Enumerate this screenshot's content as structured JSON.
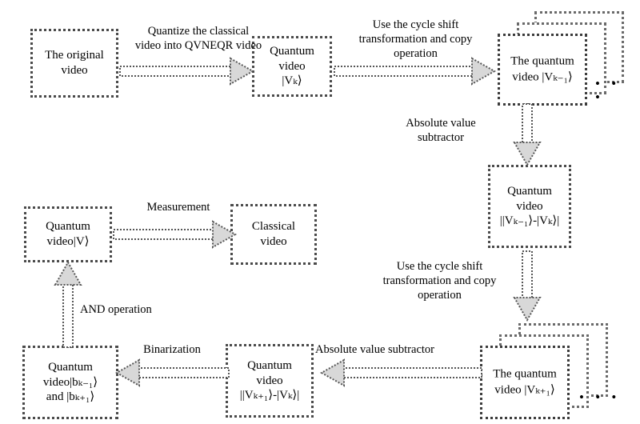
{
  "diagram": {
    "title": "Quantum video processing flowchart (QVNEQR)",
    "background": "#ffffff",
    "box_border_color": "#4a4a4a",
    "arrow_fill": "#d8d8d8",
    "nodes": {
      "original_video": "The original\nvideo",
      "quantum_video_k_line1": "Quantum",
      "quantum_video_k_line2": "video",
      "quantum_video_k_line3": "|Vₖ⟩",
      "quantum_video_km1": "The quantum\nvideo |Vₖ₋₁⟩",
      "abs_diff_km1_line1": "Quantum",
      "abs_diff_km1_line2": "video",
      "abs_diff_km1_line3": "||Vₖ₋₁⟩-|Vₖ⟩|",
      "quantum_video_kp1": "The quantum\nvideo |Vₖ₊₁⟩",
      "abs_diff_kp1_line1": "Quantum",
      "abs_diff_kp1_line2": "video",
      "abs_diff_kp1_line3": "||Vₖ₊₁⟩-|Vₖ⟩|",
      "binary_video": "Quantum\nvideo|bₖ₋₁⟩\nand |bₖ₊₁⟩",
      "quantum_video_v": "Quantum\nvideo|V⟩",
      "classical_video": "Classical\nvideo",
      "stack_dots": "• • •"
    },
    "edges": {
      "quantize": "Quantize the classical\nvideo into QVNEQR video",
      "cycle_shift_top": "Use the cycle shift\ntransformation and copy\noperation",
      "abs_subtractor_right": "Absolute value\nsubtractor",
      "cycle_shift_bottom": "Use the cycle shift\ntransformation and copy\noperation",
      "abs_subtractor_bottom": "Absolute value subtractor",
      "binarization": "Binarization",
      "and_operation": "AND operation",
      "measurement": "Measurement"
    }
  }
}
